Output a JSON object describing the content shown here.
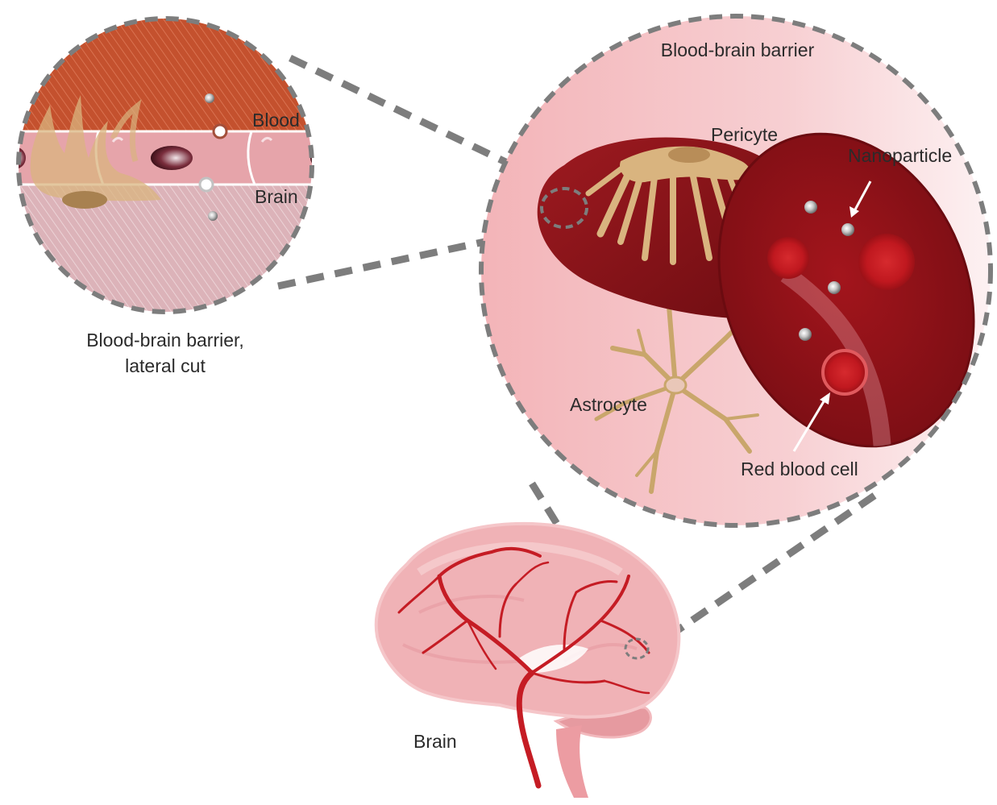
{
  "labels": {
    "blood": "Blood",
    "brain_layer": "Brain",
    "bbb_lateral_line1": "Blood-brain barrier,",
    "bbb_lateral_line2": "lateral cut",
    "bbb_title": "Blood-brain barrier",
    "pericyte": "Pericyte",
    "nanoparticle": "Nanoparticle",
    "astrocyte": "Astrocyte",
    "red_blood_cell": "Red blood cell",
    "brain": "Brain"
  },
  "colors": {
    "blood_layer": "#c4512e",
    "endothelium": "#e6a4aa",
    "brain_tissue": "#e7c2c7",
    "vessel_dark": "#7f1117",
    "vessel_red": "#b01a22",
    "pericyte": "#d9b47f",
    "astrocyte": "#c9a66b",
    "brain_fill": "#f0b2b6",
    "artery": "#c51c24",
    "dashed_outline": "#7d7d7d"
  }
}
